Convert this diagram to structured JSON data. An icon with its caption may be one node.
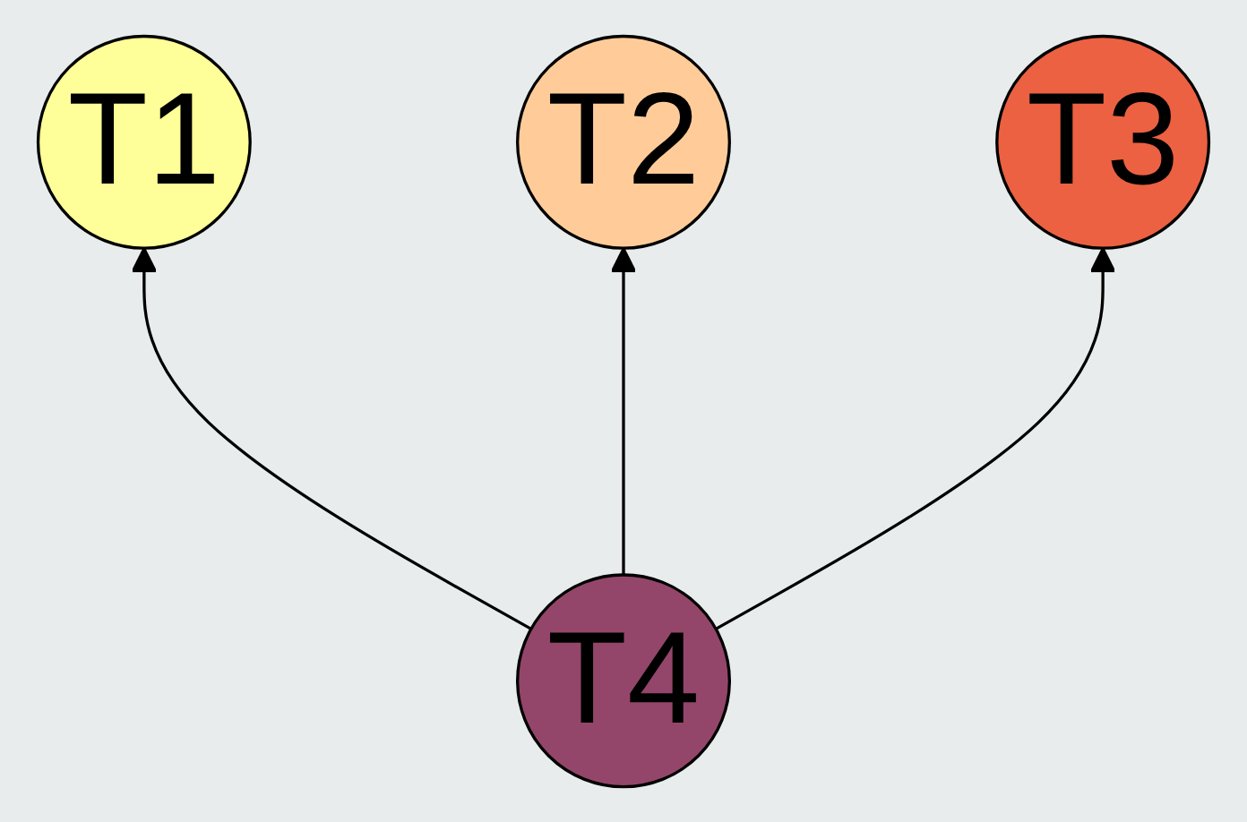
{
  "diagram": {
    "nodes": [
      {
        "text": [
          "T1"
        ]
      },
      {
        "text": [
          "T2"
        ]
      },
      {
        "text": [
          "T3"
        ]
      },
      {
        "text": [
          "T4"
        ]
      }
    ],
    "edges": [
      {
        "from": 3,
        "to": 0,
        "arrow": "to"
      },
      {
        "from": 3,
        "to": 1,
        "arrow": "to"
      },
      {
        "from": 3,
        "to": 2,
        "arrow": "to"
      }
    ]
  }
}
